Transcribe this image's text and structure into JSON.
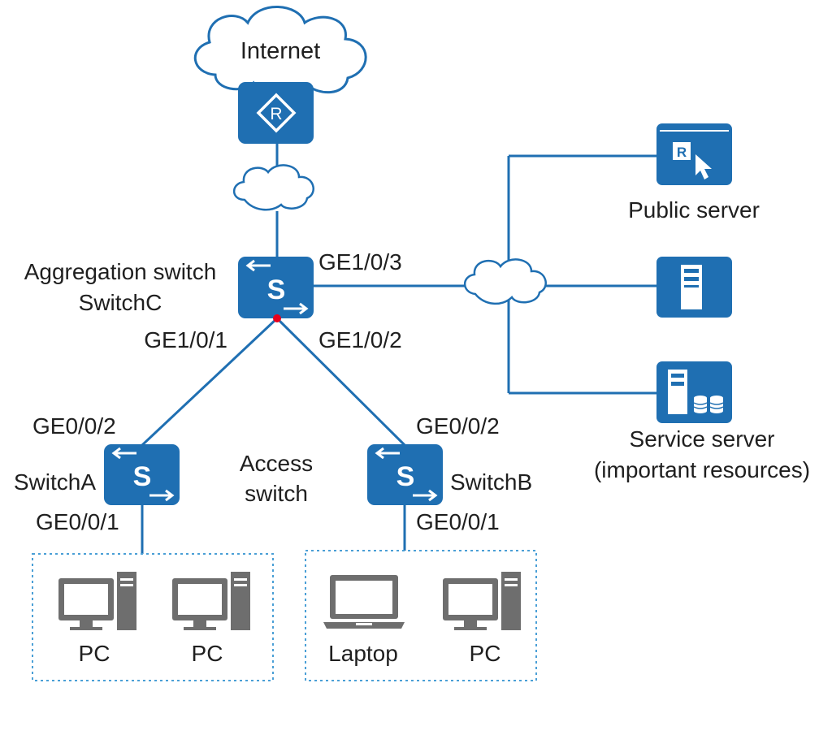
{
  "colors": {
    "device": "#1f6fb2",
    "link": "#1f6fb2",
    "pc_gray": "#6e6e6e",
    "port_dot": "#e8001c",
    "group_border": "#4a9fd6"
  },
  "labels": {
    "internet": "Internet",
    "aggregation_line1": "Aggregation switch",
    "aggregation_line2": "SwitchC",
    "c_port3": "GE1/0/3",
    "c_port1": "GE1/0/1",
    "c_port2": "GE1/0/2",
    "a_up_port": "GE0/0/2",
    "switch_a": "SwitchA",
    "a_down_port": "GE0/0/1",
    "b_up_port": "GE0/0/2",
    "switch_b": "SwitchB",
    "b_down_port": "GE0/0/1",
    "access_line1": "Access",
    "access_line2": "switch",
    "public_server": "Public server",
    "service_line1": "Service server",
    "service_line2": "(important resources)",
    "pc1": "PC",
    "pc2": "PC",
    "laptop": "Laptop",
    "pc3": "PC",
    "router_glyph": "R",
    "switch_glyph": "S"
  },
  "icons": [
    "cloud-icon",
    "router-icon",
    "switch-icon",
    "server-icon",
    "pc-icon",
    "laptop-icon"
  ]
}
